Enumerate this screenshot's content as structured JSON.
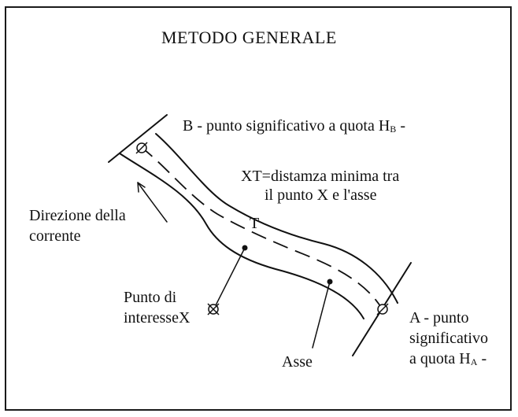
{
  "title": "METODO GENERALE",
  "labels": {
    "point_b": "B - punto significativo a quota H",
    "point_b_sub": "B",
    "point_b_end": " -",
    "xt_def_line1": "XT=distamza minima tra",
    "xt_def_line2": "il punto X e l'asse",
    "flow_line1": "Direzione della",
    "flow_line2": "corrente",
    "t_point": "T",
    "interest_line1": "Punto di",
    "interest_line2": "interesse",
    "interest_x": "X",
    "axis": "Asse",
    "point_a_line1": "A - punto",
    "point_a_line2": "significativo",
    "point_a_line3": "a quota H",
    "point_a_sub": "A",
    "point_a_end": " -"
  },
  "colors": {
    "ink": "#111111",
    "background": "#ffffff"
  }
}
